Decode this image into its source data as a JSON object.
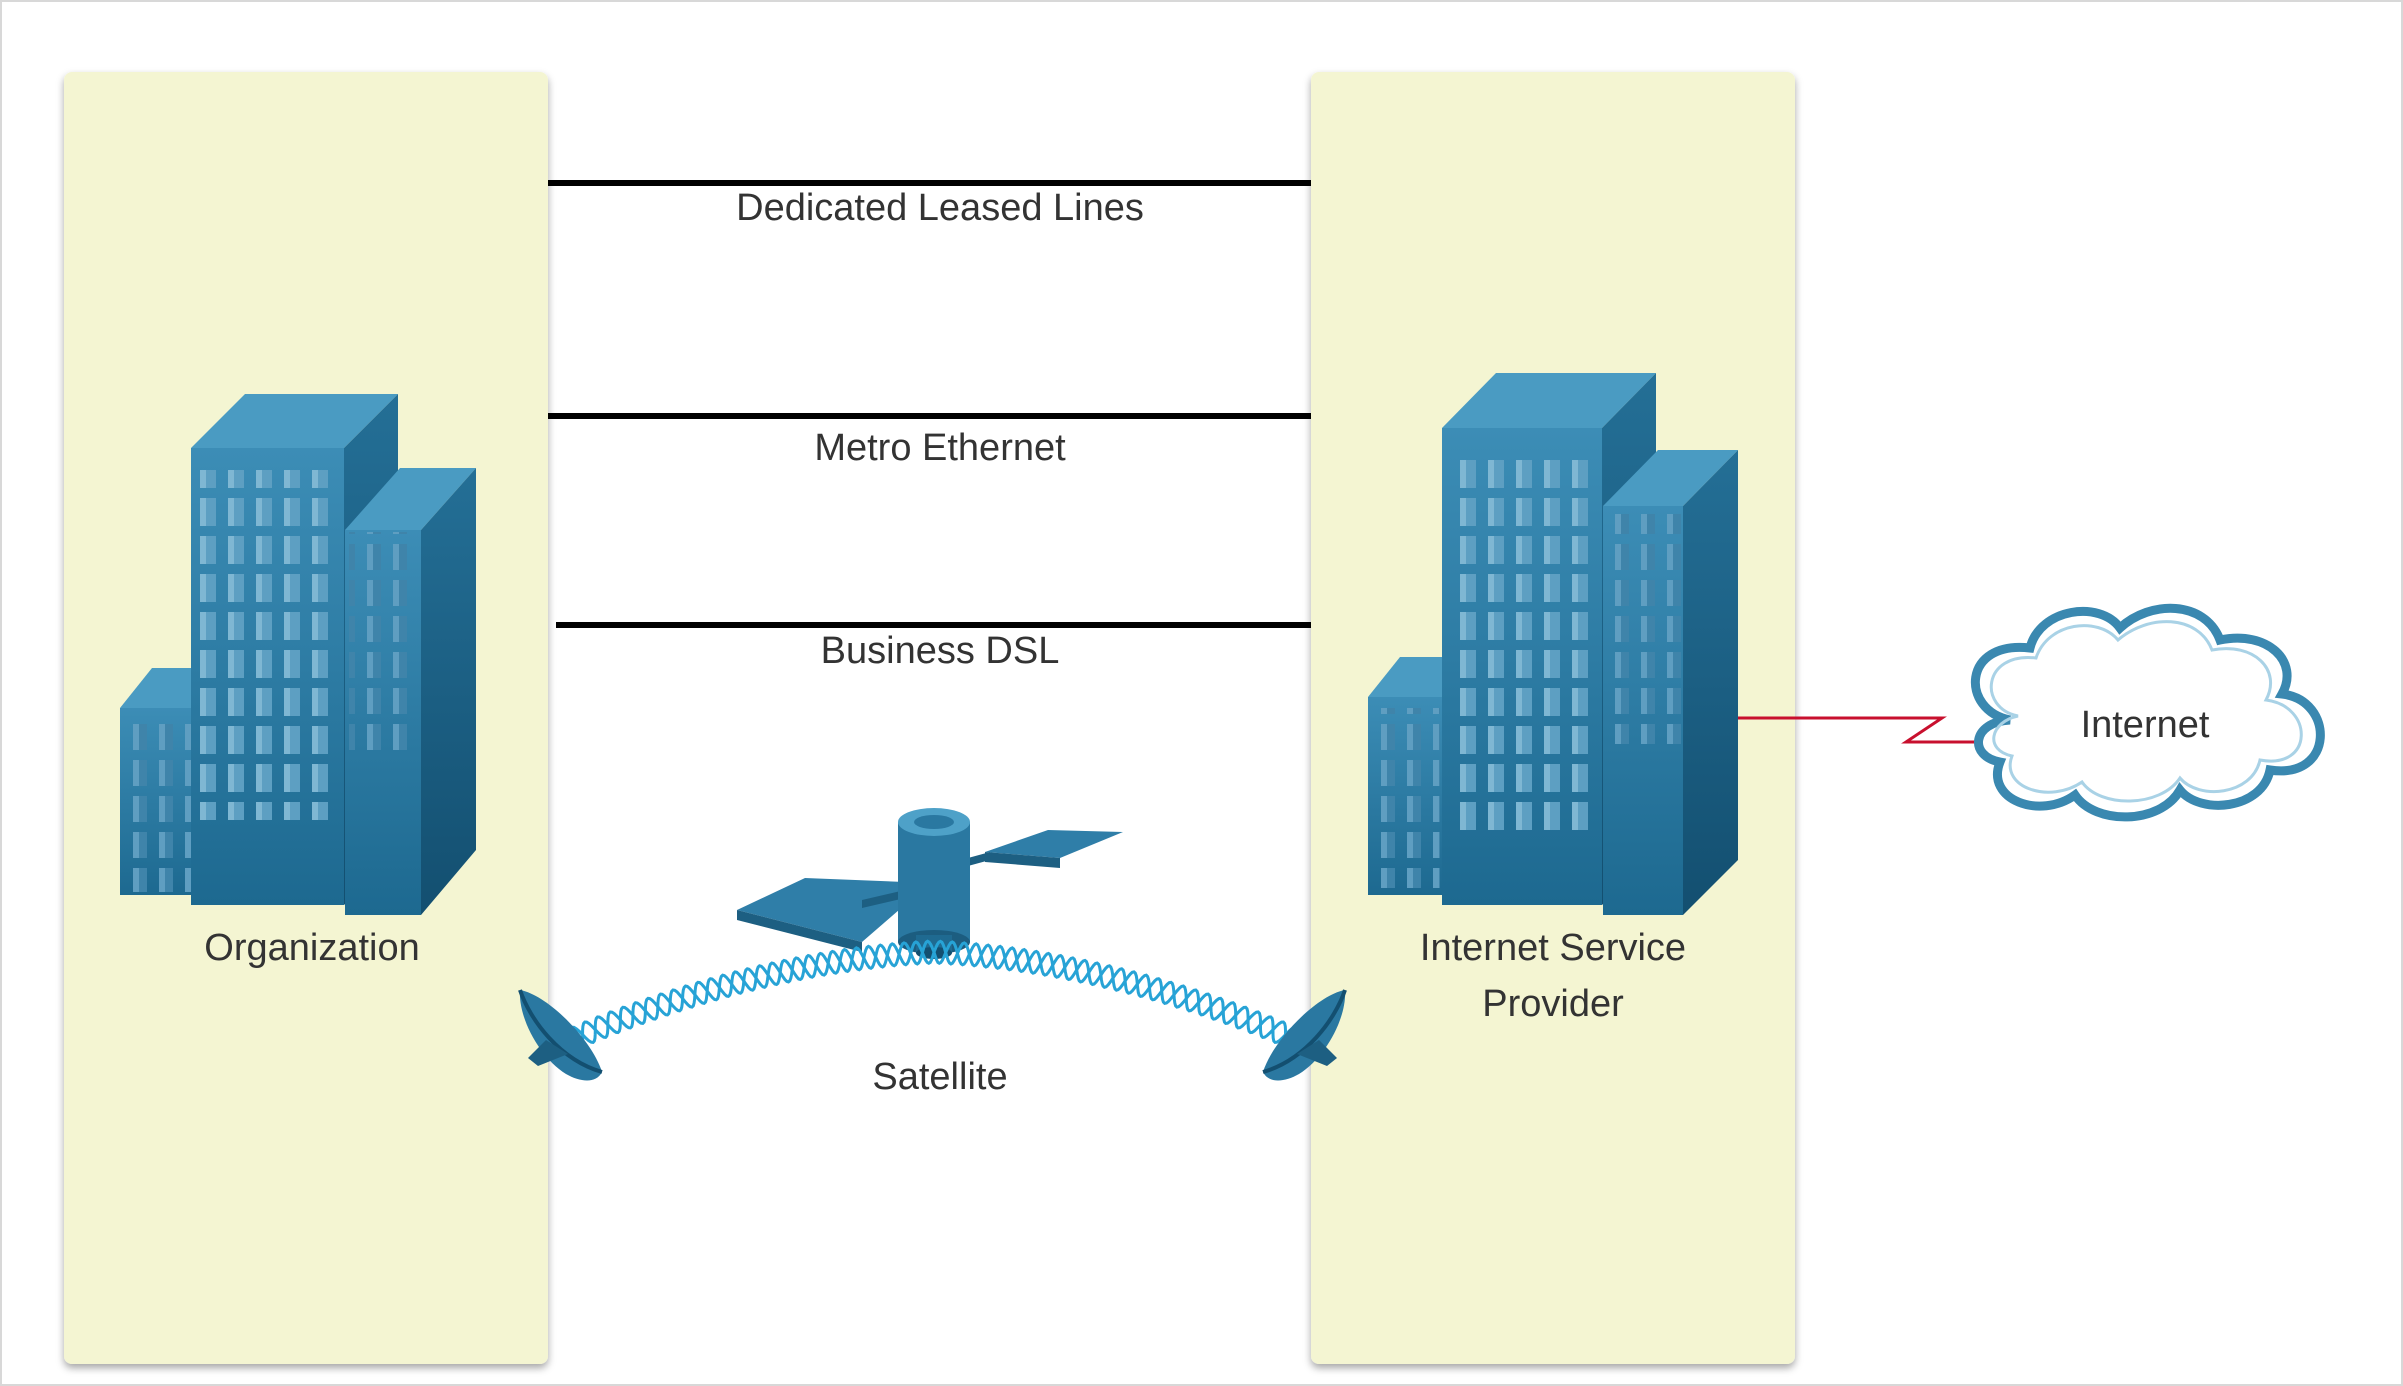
{
  "diagram": {
    "organization_label": "Organization",
    "isp_label_line1": "Internet Service",
    "isp_label_line2": "Provider",
    "internet_label": "Internet",
    "connections": {
      "leased_lines": "Dedicated Leased Lines",
      "metro_ethernet": "Metro Ethernet",
      "business_dsl": "Business DSL",
      "satellite": "Satellite"
    },
    "colors": {
      "panel_fill": "#f4f5d2",
      "building_blue": "#2e7ea6",
      "link_line": "#000000",
      "internet_link": "#c8102e",
      "signal_wave": "#27a3d6",
      "cloud_outline": "#3a88b0"
    },
    "icons": {
      "organization": "building-icon",
      "isp": "building-icon",
      "satellite": "satellite-icon",
      "dish": "satellite-dish-icon",
      "internet": "cloud-icon"
    }
  }
}
